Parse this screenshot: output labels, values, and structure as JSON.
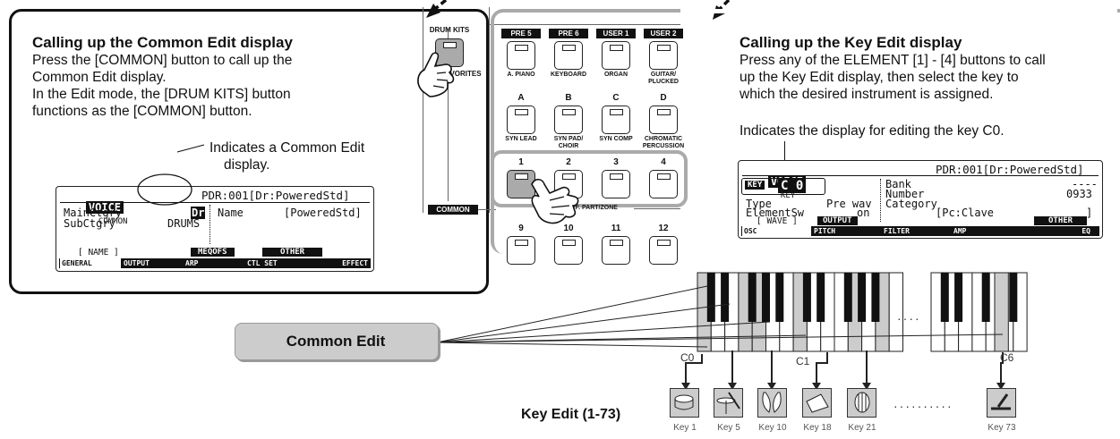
{
  "left_callout": {
    "title": "Calling up the Common Edit display",
    "body": [
      "Press the [COMMON] button to call up the",
      "Common Edit display.",
      "In the Edit mode, the [DRUM KITS] button",
      "functions as the [COMMON] button."
    ],
    "annotation": [
      "Indicates a Common Edit",
      "display."
    ]
  },
  "right_callout": {
    "title": "Calling up the Key Edit display",
    "body": [
      "Press any of the ELEMENT [1] - [4] buttons to call",
      "up the Key Edit display, then select the key to",
      "which the desired instrument is assigned."
    ],
    "annotation": "Indicates the display for editing the key C0."
  },
  "common_lcd": {
    "voice": "VOICE",
    "mode": "COMMON",
    "program": "PDR:001[Dr:PoweredStd]",
    "line1_left": "MainCtgry",
    "line1_value": "Dr",
    "line1_name_label": "Name",
    "line1_name_value": "[PoweredStd]",
    "line2_left": "SubCtgry",
    "line2_value": "DRUMS",
    "softkeys": [
      "[ NAME ]",
      "MEQOFS",
      "OTHER"
    ],
    "tabs": [
      "GENERAL",
      "OUTPUT",
      "ARP",
      "CTL SET",
      "EFFECT"
    ]
  },
  "key_lcd": {
    "voice": "VOICE",
    "mode": "KEY",
    "program": "PDR:001[Dr:PoweredStd]",
    "key_tag": "KEY",
    "key_value": "C 0",
    "bank_label": "Bank",
    "bank_value": "----",
    "number_label": "Number",
    "number_value": "0933",
    "type_label": "Type",
    "type_value": "Pre wav",
    "elementsw_label": "ElementSw",
    "elementsw_value": "on",
    "category_label": "Category",
    "category_value": "[Pc:Clave",
    "category_close": "]",
    "softkeys": [
      "[ WAVE ]",
      "OUTPUT",
      "OTHER"
    ],
    "tabs": [
      "OSC",
      "PITCH",
      "FILTER",
      "AMP",
      "EQ"
    ]
  },
  "panel": {
    "drum_kits": "DRUM KITS",
    "favorites": "VORITES",
    "common": "COMMON",
    "pills": [
      "PRE 5",
      "PRE 6",
      "USER 1",
      "USER 2"
    ],
    "row1_labels": [
      "A. PIANO",
      "KEYBOARD",
      "ORGAN",
      "GUITAR/\nPLUCKED"
    ],
    "letters": [
      "A",
      "B",
      "C",
      "D"
    ],
    "row2_labels": [
      "SYN LEAD",
      "SYN PAD/\nCHOIR",
      "SYN COMP",
      "CHROMATIC\nPERCUSSION"
    ],
    "nums1": [
      "1",
      "2",
      "3",
      "4"
    ],
    "zone_label": "T/PERF. PART/ZONE",
    "nums2": [
      "9",
      "10",
      "11",
      "12"
    ]
  },
  "common_edit_label": "Common Edit",
  "keyboard": {
    "c_labels": [
      "C0",
      "C1",
      "C6"
    ],
    "ellipsis": "····"
  },
  "key_edit": {
    "label": "Key Edit (1-73)",
    "keys": [
      "Key 1",
      "Key 5",
      "Key 10",
      "Key 18",
      "Key 21",
      "Key 73"
    ],
    "icons": [
      "snare-drum-icon",
      "hi-hat-icon",
      "clap-icon",
      "cowbell-icon",
      "conga-icon",
      "clave-icon"
    ],
    "dots": "··········"
  }
}
